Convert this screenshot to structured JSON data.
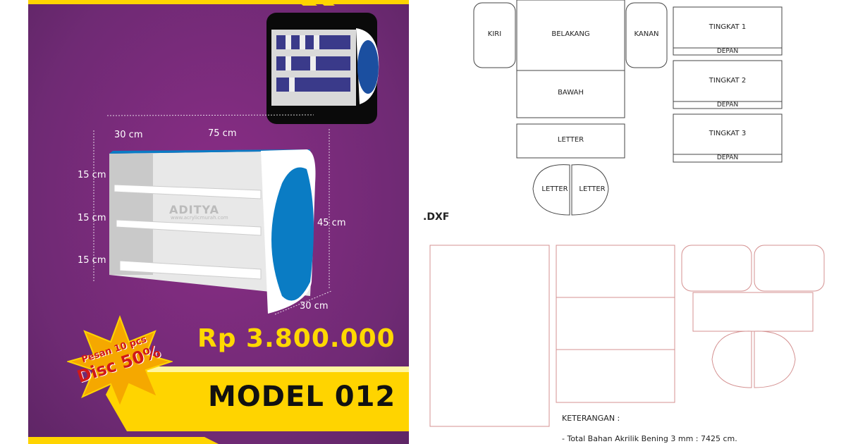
{
  "product": {
    "model": "MODEL 012",
    "price": "Rp 3.800.000",
    "promo_line1": "Pesan 10 pcs",
    "promo_line2": "Disc 50%",
    "watermark_brand": "ADITYA",
    "watermark_url": "www.acrylicmurah.com",
    "dimensions": {
      "width": "75 cm",
      "depth_top": "30 cm",
      "depth_bottom": "30 cm",
      "height": "45 cm",
      "shelf1": "15 cm",
      "shelf2": "15 cm",
      "shelf3": "15 cm"
    }
  },
  "pattern": {
    "parts": {
      "kiri": "KIRI",
      "belakang": "BELAKANG",
      "kanan": "KANAN",
      "bawah": "BAWAH",
      "letter1": "LETTER",
      "letter2": "LETTER",
      "letter3": "LETTER",
      "tingkat1": "TINGKAT 1",
      "tingkat2": "TINGKAT 2",
      "tingkat3": "TINGKAT 3",
      "depan1": "DEPAN",
      "depan2": "DEPAN",
      "depan3": "DEPAN"
    },
    "dxf_label": ".DXF",
    "notes_title": "KETERANGAN :",
    "notes": [
      "- Total Bahan Akrilik Bening 3 mm : 7425 cm."
    ]
  },
  "colors": {
    "purple": "#7a2b7c",
    "yellow": "#ffd400",
    "blue": "#0a7cc4",
    "dxf_line": "#d49090"
  }
}
